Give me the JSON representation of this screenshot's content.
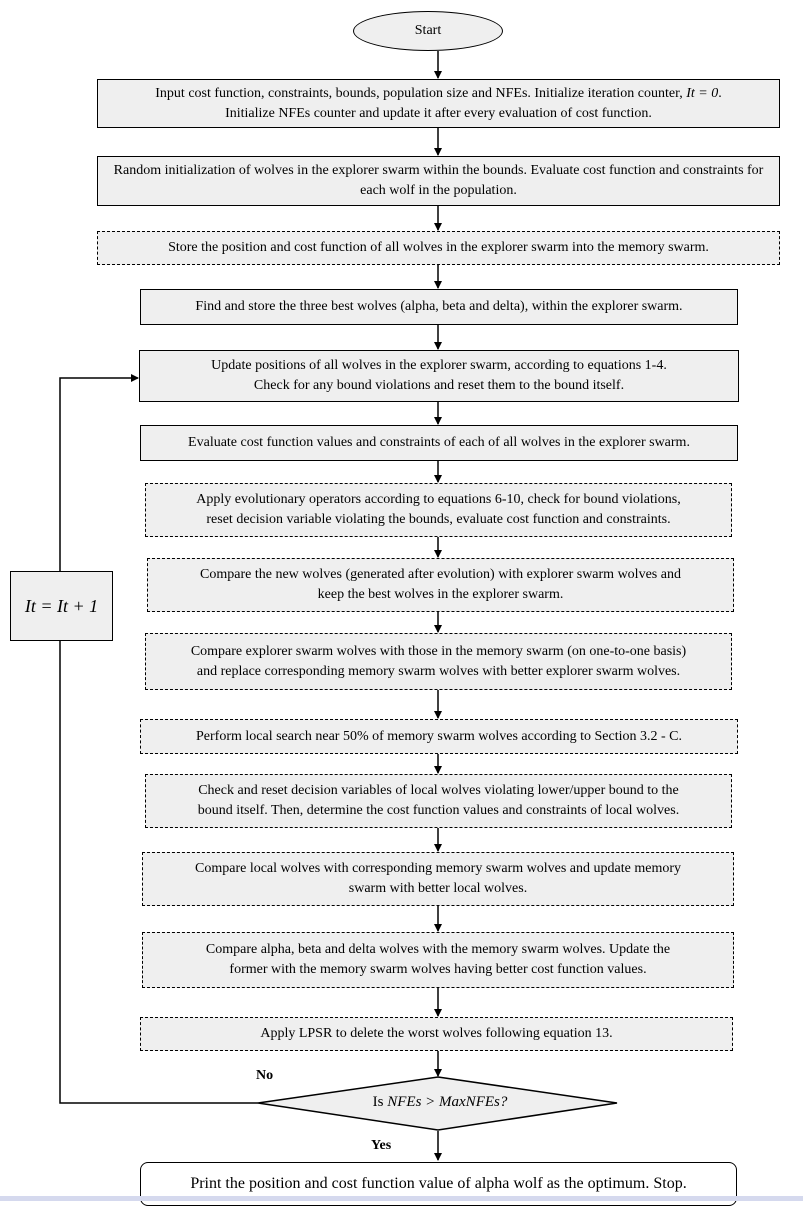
{
  "start": "Start",
  "step1": {
    "line1_pre": "Input cost function, constraints, bounds, population size and NFEs. Initialize iteration counter, ",
    "line1_var": "It = 0",
    "line1_post": ".",
    "line2": "Initialize NFEs counter and update it after every evaluation of cost function."
  },
  "step2": "Random initialization of wolves in the explorer swarm within the bounds. Evaluate cost function and constraints for each wolf in the population.",
  "step3": "Store the position and cost function of all wolves in the explorer swarm into the memory swarm.",
  "step4": "Find and store the three best wolves (alpha, beta and delta), within the explorer swarm.",
  "step5": {
    "line1": "Update positions of all wolves in the explorer swarm, according to equations 1-4.",
    "line2": "Check for any bound violations and reset them to the bound itself."
  },
  "step6": "Evaluate cost function values and constraints of each of all wolves in the explorer swarm.",
  "step7": {
    "line1": "Apply evolutionary operators according to equations 6-10, check for bound violations,",
    "line2": "reset decision variable violating the bounds, evaluate cost function and constraints."
  },
  "step8": {
    "line1": "Compare the new wolves (generated after evolution) with explorer swarm wolves and",
    "line2": "keep the best wolves in the explorer swarm."
  },
  "step9": {
    "line1": "Compare explorer swarm wolves with those in the memory swarm (on one-to-one basis)",
    "line2": "and replace corresponding memory swarm wolves with better explorer swarm wolves."
  },
  "step10": "Perform local search near 50% of memory swarm wolves according to Section 3.2 - C.",
  "step11": {
    "line1": "Check and reset decision variables of local wolves violating lower/upper bound to the",
    "line2": "bound itself. Then, determine the cost function values and constraints of local wolves."
  },
  "step12": {
    "line1": "Compare local wolves with corresponding memory swarm wolves and update memory",
    "line2": "swarm with better local wolves."
  },
  "step13": {
    "line1": "Compare alpha, beta and delta wolves with the memory swarm wolves. Update the",
    "line2": "former with the memory swarm wolves having better cost function values."
  },
  "step14": "Apply LPSR to delete the worst wolves following equation 13.",
  "decision": {
    "pre": "Is ",
    "nfes": "NFEs",
    "gt": " > ",
    "max": "MaxNFEs?"
  },
  "no_label": "No",
  "yes_label": "Yes",
  "iteration": "It = It + 1",
  "final": "Print the position and cost function value of alpha wolf as the optimum. Stop."
}
